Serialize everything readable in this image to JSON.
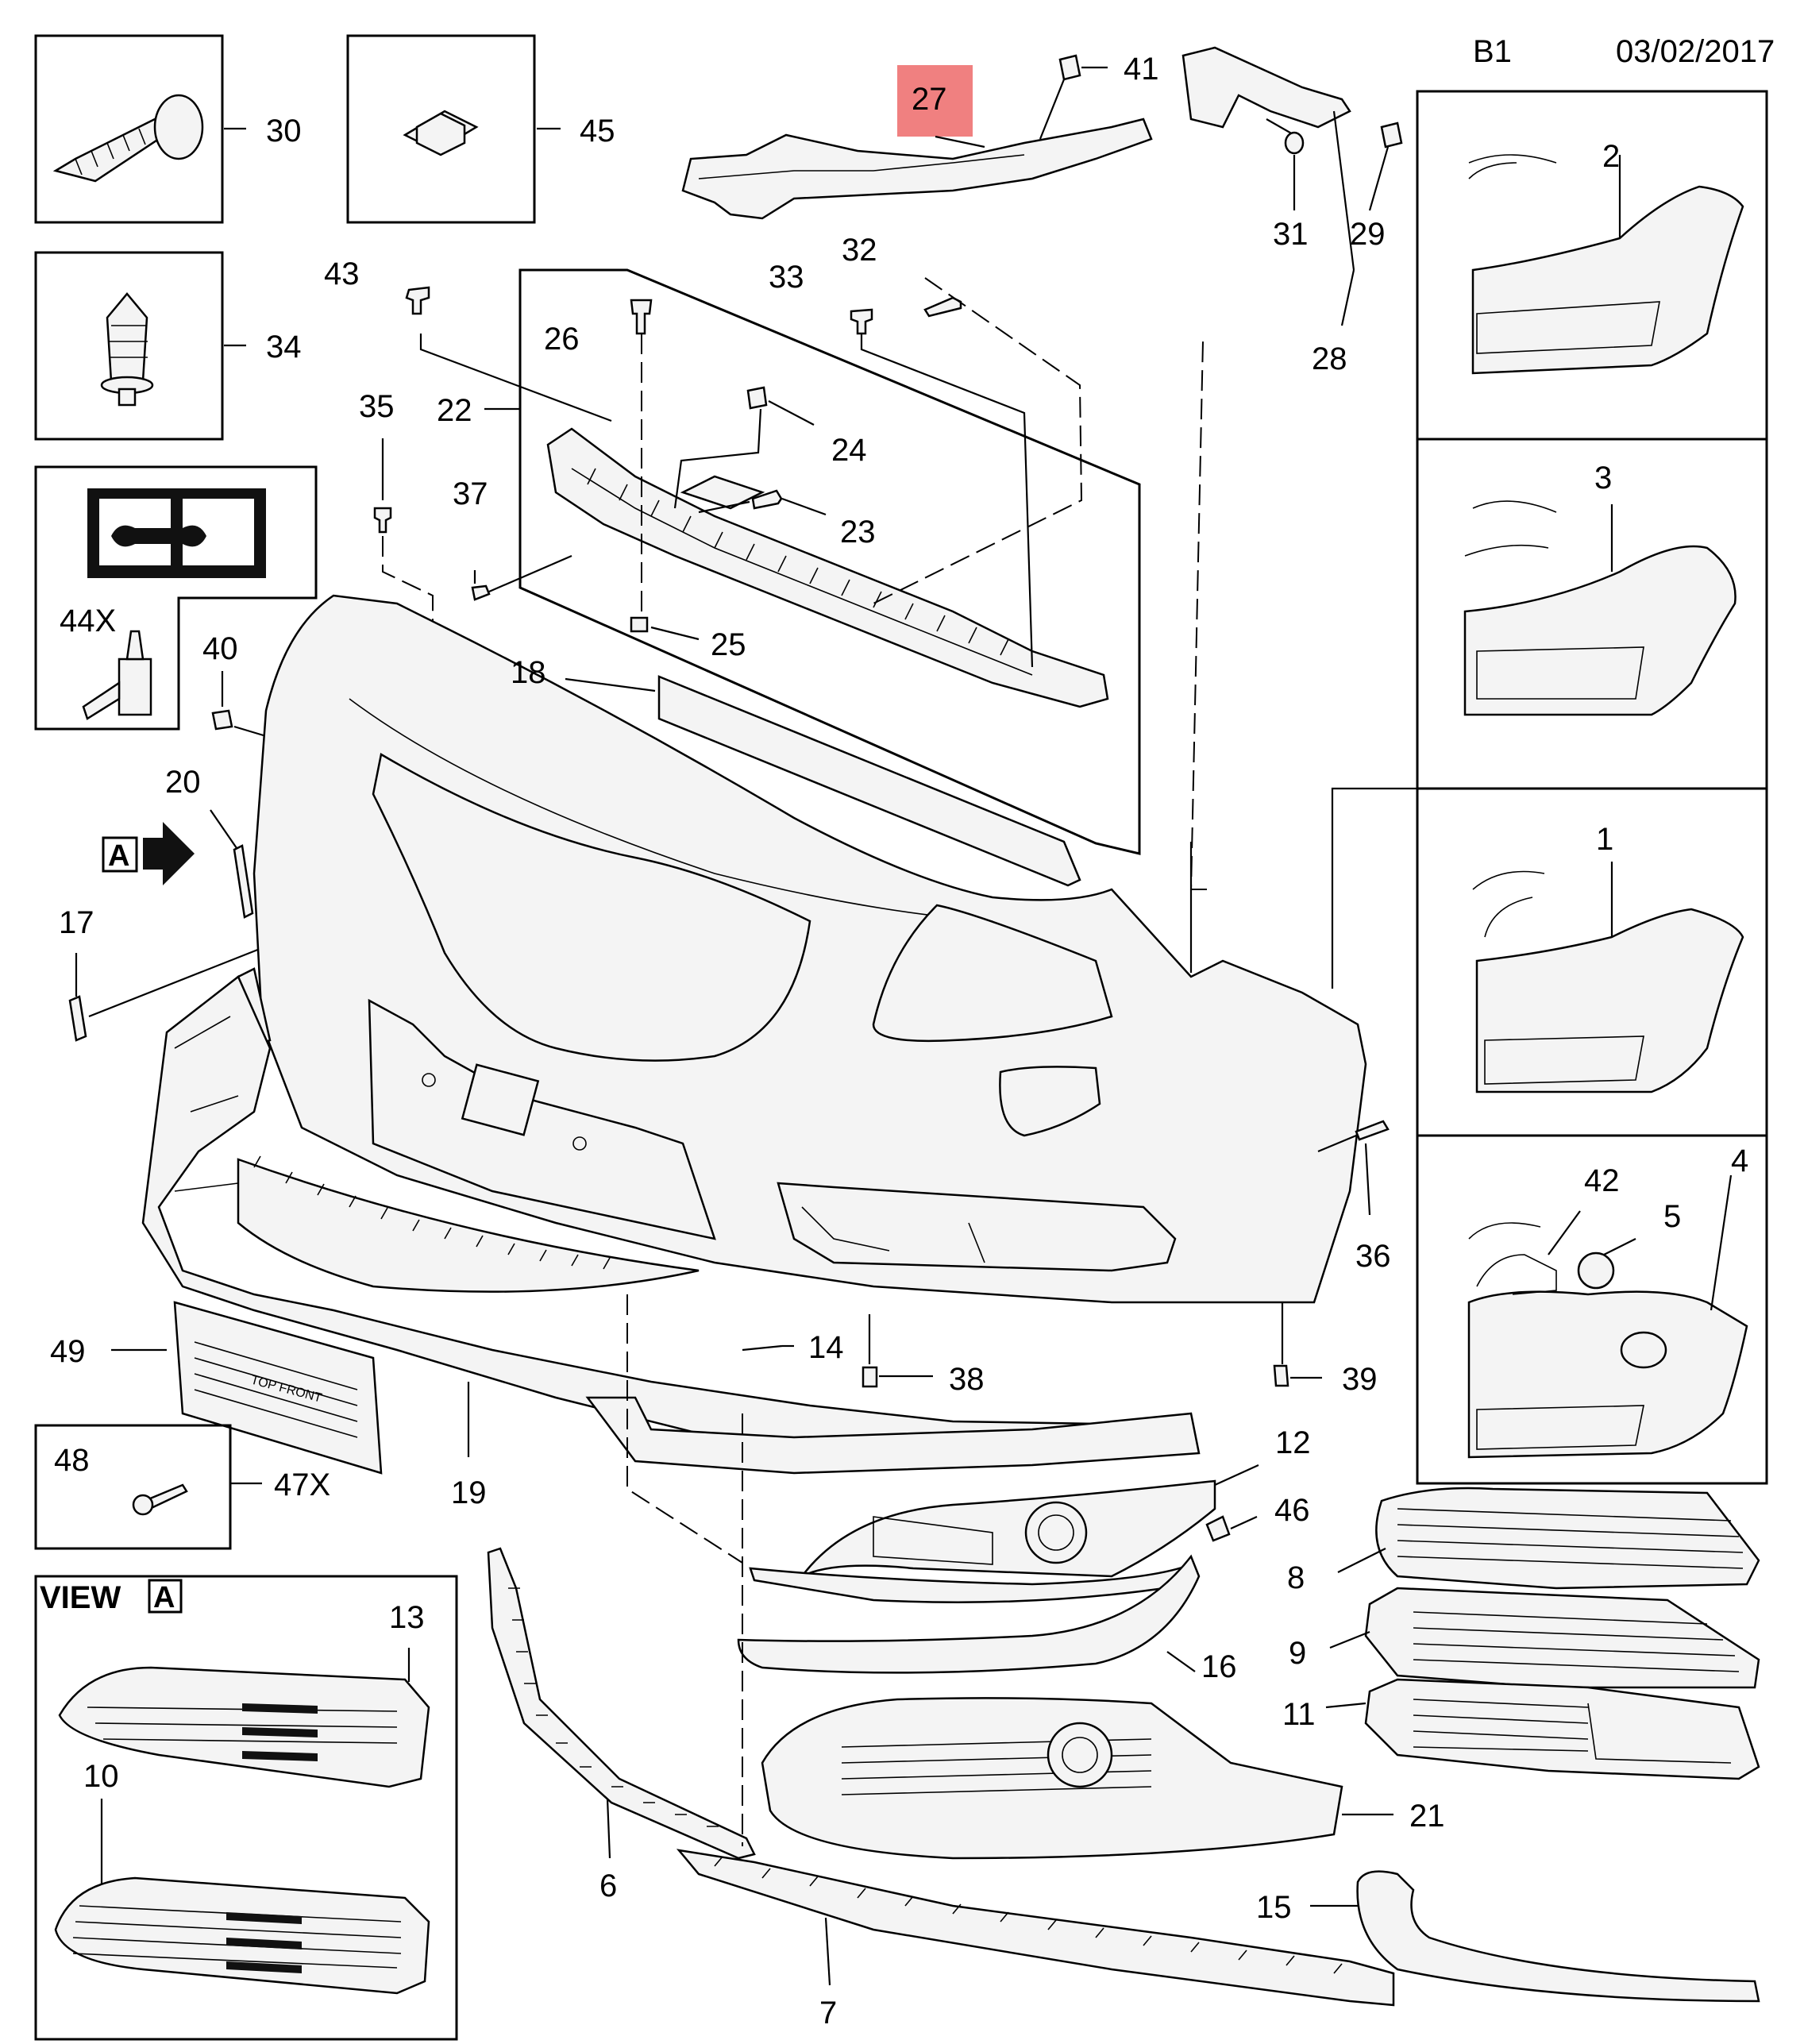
{
  "header": {
    "code": "B1",
    "date": "03/02/2017"
  },
  "highlight": {
    "part": "27",
    "color": "#f08080"
  },
  "callouts": [
    {
      "id": "c1",
      "label": "1"
    },
    {
      "id": "c2",
      "label": "2"
    },
    {
      "id": "c3",
      "label": "3"
    },
    {
      "id": "c4",
      "label": "4"
    },
    {
      "id": "c5",
      "label": "5"
    },
    {
      "id": "c6",
      "label": "6"
    },
    {
      "id": "c7",
      "label": "7"
    },
    {
      "id": "c8",
      "label": "8"
    },
    {
      "id": "c9",
      "label": "9"
    },
    {
      "id": "c10",
      "label": "10"
    },
    {
      "id": "c11",
      "label": "11"
    },
    {
      "id": "c12",
      "label": "12"
    },
    {
      "id": "c13",
      "label": "13"
    },
    {
      "id": "c14",
      "label": "14"
    },
    {
      "id": "c15",
      "label": "15"
    },
    {
      "id": "c16",
      "label": "16"
    },
    {
      "id": "c17",
      "label": "17"
    },
    {
      "id": "c18",
      "label": "18"
    },
    {
      "id": "c19",
      "label": "19"
    },
    {
      "id": "c20",
      "label": "20"
    },
    {
      "id": "c21",
      "label": "21"
    },
    {
      "id": "c22",
      "label": "22"
    },
    {
      "id": "c23",
      "label": "23"
    },
    {
      "id": "c24",
      "label": "24"
    },
    {
      "id": "c25",
      "label": "25"
    },
    {
      "id": "c26",
      "label": "26"
    },
    {
      "id": "c28",
      "label": "28"
    },
    {
      "id": "c29",
      "label": "29"
    },
    {
      "id": "c30",
      "label": "30"
    },
    {
      "id": "c31",
      "label": "31"
    },
    {
      "id": "c32",
      "label": "32"
    },
    {
      "id": "c33",
      "label": "33"
    },
    {
      "id": "c34",
      "label": "34"
    },
    {
      "id": "c35",
      "label": "35"
    },
    {
      "id": "c36",
      "label": "36"
    },
    {
      "id": "c37",
      "label": "37"
    },
    {
      "id": "c38",
      "label": "38"
    },
    {
      "id": "c39",
      "label": "39"
    },
    {
      "id": "c40",
      "label": "40"
    },
    {
      "id": "c41",
      "label": "41"
    },
    {
      "id": "c42",
      "label": "42"
    },
    {
      "id": "c43",
      "label": "43"
    },
    {
      "id": "c44",
      "label": "44X"
    },
    {
      "id": "c45",
      "label": "45"
    },
    {
      "id": "c47",
      "label": "47X"
    },
    {
      "id": "c48",
      "label": "48"
    },
    {
      "id": "c49",
      "label": "49"
    },
    {
      "id": "c46",
      "label": "46"
    }
  ],
  "view_marker": {
    "letter": "A",
    "view_title": "VIEW"
  },
  "plate_text": "TOP FRONT",
  "icons": [
    "screw-icon",
    "clip-nut-icon",
    "push-rivet-icon",
    "manual-wrench-icon",
    "adhesive-bottle-icon",
    "direction-arrow-icon"
  ]
}
